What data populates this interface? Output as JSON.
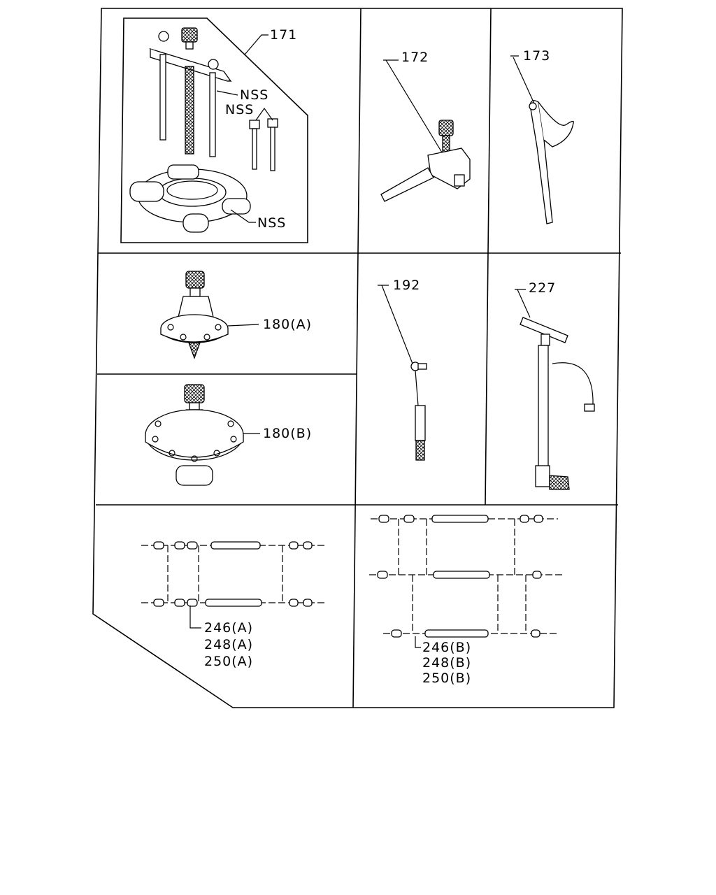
{
  "callouts": {
    "c171": "171",
    "c172": "172",
    "c173": "173",
    "nss1": "NSS",
    "nss2": "NSS",
    "nss3": "NSS",
    "c180a": "180(A)",
    "c180b": "180(B)",
    "c192": "192",
    "c227": "227",
    "groupA": [
      "246(A)",
      "248(A)",
      "250(A)"
    ],
    "groupB": [
      "246(B)",
      "248(B)",
      "250(B)"
    ]
  }
}
